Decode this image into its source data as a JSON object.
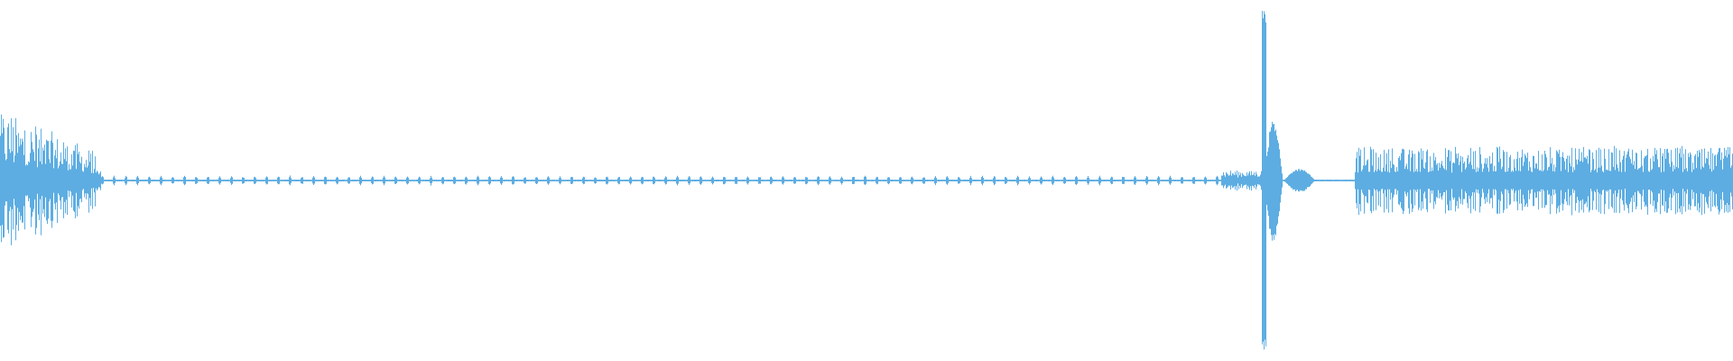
{
  "waveform": {
    "color": "#5dade2",
    "background": "#ffffff",
    "duration_fraction_segments": [
      {
        "kind": "burst",
        "start": 0.0,
        "end": 0.055,
        "amplitude": 0.42,
        "density": "high",
        "decay": 0.6
      },
      {
        "kind": "burst-tail",
        "start": 0.055,
        "end": 0.058,
        "amplitude": 0.06,
        "density": "medium",
        "decay": 0.0
      },
      {
        "kind": "ticks",
        "start": 0.058,
        "end": 0.705,
        "amplitude": 0.025,
        "density": "periodic",
        "decay": 0.0
      },
      {
        "kind": "pre-hit",
        "start": 0.705,
        "end": 0.728,
        "amplitude": 0.06,
        "density": "medium",
        "decay": 0.0
      },
      {
        "kind": "hit-spike",
        "start": 0.7285,
        "end": 0.7305,
        "amplitude": 0.98,
        "density": "spike",
        "decay": 0.0
      },
      {
        "kind": "hit-body",
        "start": 0.7295,
        "end": 0.741,
        "amplitude": 0.36,
        "density": "envelope",
        "decay": 0.0
      },
      {
        "kind": "hit-echo",
        "start": 0.741,
        "end": 0.76,
        "amplitude": 0.07,
        "density": "envelope",
        "decay": 0.0
      },
      {
        "kind": "silence",
        "start": 0.76,
        "end": 0.782,
        "amplitude": 0.004,
        "density": "low",
        "decay": 0.0
      },
      {
        "kind": "noise",
        "start": 0.782,
        "end": 1.0,
        "amplitude": 0.2,
        "density": "high",
        "decay": 0.0
      }
    ]
  }
}
